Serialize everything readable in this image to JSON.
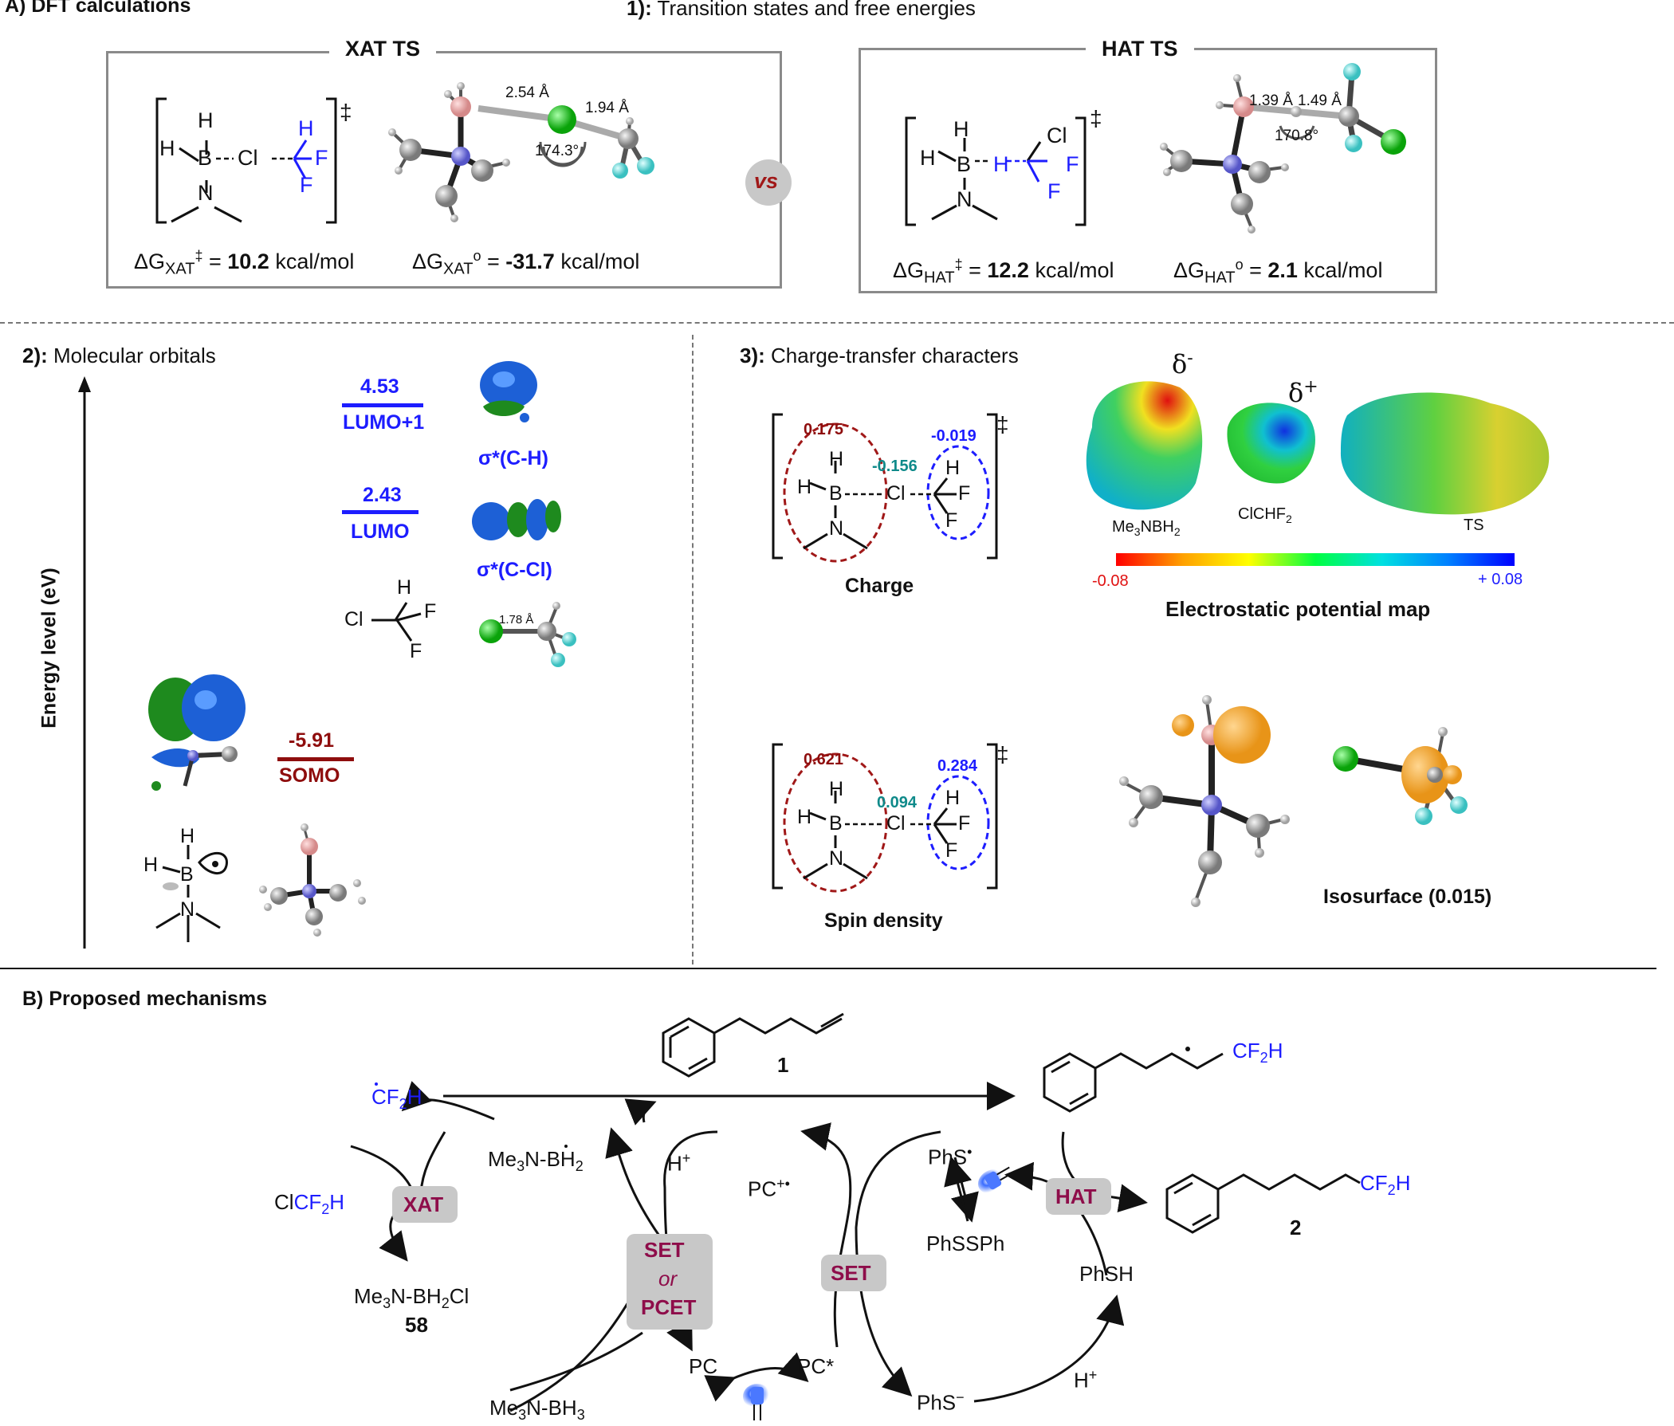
{
  "sectionA": {
    "title": "A) DFT calculations",
    "sub_num": "1):",
    "sub_text": "Transition states and free energies"
  },
  "xat": {
    "box_title": "XAT TS",
    "delta_g_ts_label": "ΔG",
    "delta_g_ts_sub": "XAT",
    "delta_g_ts_sup": "‡",
    "delta_g_ts_value": "10.2",
    "delta_g_ts_unit": "kcal/mol",
    "delta_g0_label": "ΔG",
    "delta_g0_sub": "XAT",
    "delta_g0_sup": "o",
    "delta_g0_value": "-31.7",
    "delta_g0_unit": "kcal/mol",
    "dist1": "2.54 Å",
    "dist2": "1.94 Å",
    "angle": "174.3°"
  },
  "hat": {
    "box_title": "HAT TS",
    "delta_g_ts_label": "ΔG",
    "delta_g_ts_sub": "HAT",
    "delta_g_ts_sup": "‡",
    "delta_g_ts_value": "12.2",
    "delta_g_ts_unit": "kcal/mol",
    "delta_g0_label": "ΔG",
    "delta_g0_sub": "HAT",
    "delta_g0_sup": "o",
    "delta_g0_value": "2.1",
    "delta_g0_unit": "kcal/mol",
    "dist1": "1.39 Å",
    "dist2": "1.49 Å",
    "angle": "170.8°"
  },
  "vs": "vs",
  "structure_labels": {
    "H": "H",
    "B": "B",
    "N": "N",
    "Cl": "Cl",
    "F": "F",
    "dagger": "‡"
  },
  "sectionMO": {
    "num": "2):",
    "text": "Molecular orbitals",
    "axis_label": "Energy level (eV)",
    "lumo1_value": "4.53",
    "lumo1_label": "LUMO+1",
    "lumo1_orbital": "σ*(C-H)",
    "lumo_value": "2.43",
    "lumo_label": "LUMO",
    "lumo_orbital": "σ*(C-Cl)",
    "somo_value": "-5.91",
    "somo_label": "SOMO",
    "bond_length": "1.78 Å"
  },
  "sectionCT": {
    "num": "3):",
    "text": "Charge-transfer characters",
    "charge_left": "0.175",
    "charge_mid": "-0.156",
    "charge_right": "-0.019",
    "charge_caption": "Charge",
    "spin_left": "0.621",
    "spin_mid": "0.094",
    "spin_right": "0.284",
    "spin_caption": "Spin density",
    "delta_minus": "δ",
    "delta_minus_sup": "-",
    "delta_plus": "δ",
    "delta_plus_sup": "+",
    "esp_label1_a": "Me",
    "esp_label1_b": "3",
    "esp_label1_c": "NBH",
    "esp_label1_d": "2",
    "esp_label2_a": "ClCHF",
    "esp_label2_b": "2",
    "esp_label3": "TS",
    "scale_min": "-0.08",
    "scale_max": "+ 0.08",
    "esp_caption": "Electrostatic potential map",
    "iso_caption": "Isosurface (0.015)"
  },
  "sectionB": {
    "title": "B) Proposed mechanisms",
    "compound1": "1",
    "compound2": "2",
    "compound58": "58",
    "cf2h": "CF",
    "cf2h_sub": "2",
    "cf2h_tail": "H",
    "clcf2h_a": "Cl",
    "clcf2h_b": "CF",
    "clcf2h_c": "2",
    "clcf2h_d": "H",
    "me3nbh2_a": "Me",
    "me3nbh2_b": "3",
    "me3nbh2_c": "N-BH",
    "me3nbh2_d": "2",
    "me3nbh2cl_a": "Me",
    "me3nbh2cl_b": "3",
    "me3nbh2cl_c": "N-BH",
    "me3nbh2cl_d": "2",
    "me3nbh2cl_e": "Cl",
    "me3nbh3_a": "Me",
    "me3nbh3_b": "3",
    "me3nbh3_c": "N-BH",
    "me3nbh3_d": "3",
    "hplus": "H",
    "hplus_sup": "+",
    "hplus2": "H",
    "hplus2_sup": "+",
    "pc_rad": "PC",
    "pc_rad_sup": "+•",
    "pc": "PC",
    "pc_star": "PC*",
    "phs_rad": "PhS",
    "phs_rad_sup": "•",
    "phssph": "PhSSPh",
    "phsh": "PhSH",
    "phs_anion": "PhS",
    "phs_anion_sup": "−",
    "xat": "XAT",
    "set_or_pcet_1": "SET",
    "set_or_pcet_2": "or",
    "set_or_pcet_3": "PCET",
    "set": "SET",
    "hat": "HAT",
    "product_cf2h": "CF",
    "product_cf2h_sub": "2",
    "product_cf2h_tail": "H"
  },
  "colors": {
    "blue": "#1d1dff",
    "dark_red": "#8e0d0d",
    "teal": "#0f8a8a",
    "label_magenta": "#8e0d4a",
    "pill_gray": "#c8c8c8",
    "box_gray": "#8a8a8a"
  }
}
